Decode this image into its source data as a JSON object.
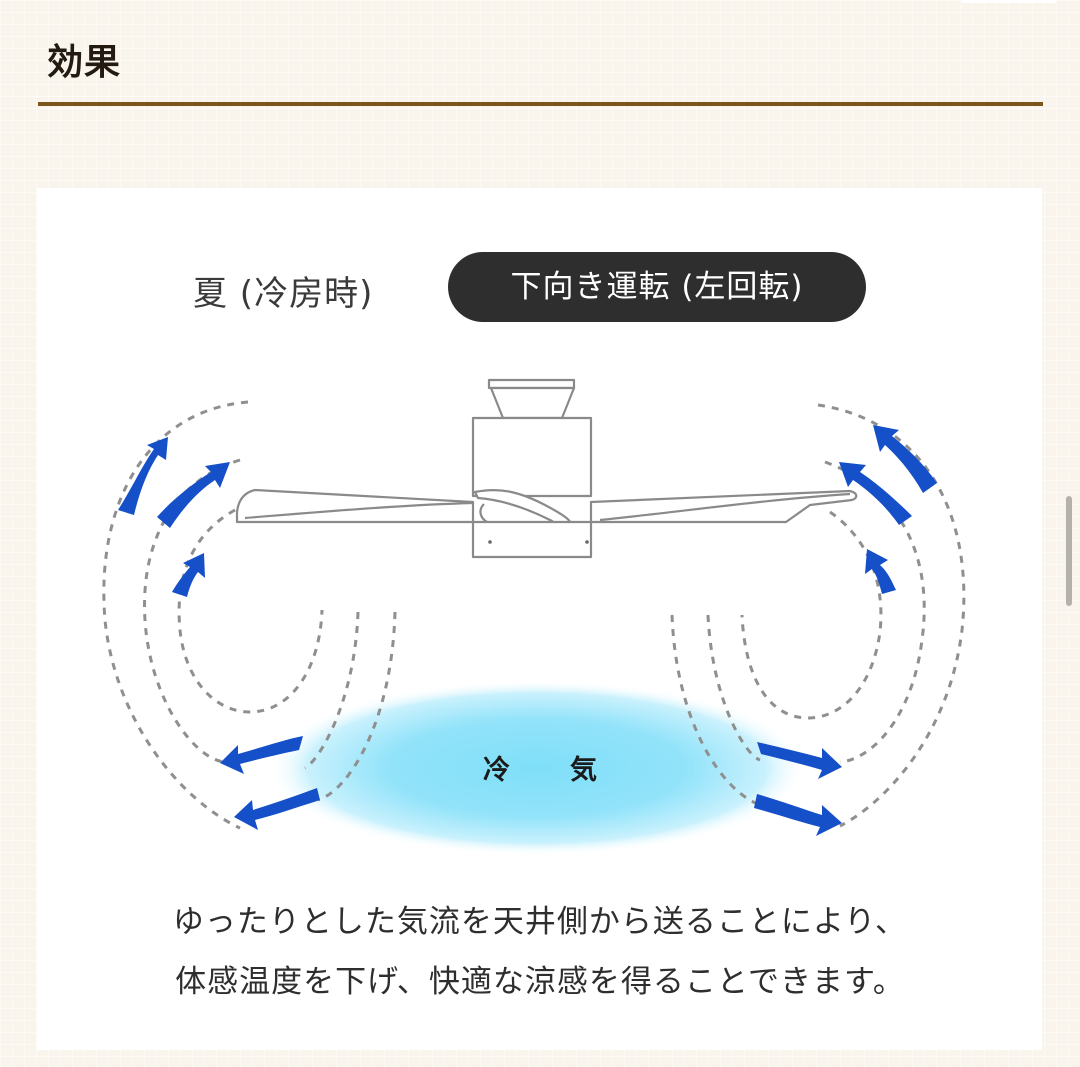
{
  "section": {
    "title": "効果"
  },
  "diagram": {
    "season_label": "夏 (冷房時)",
    "mode_badge": "下向き運転 (左回転)",
    "zone_label": [
      "冷",
      "気"
    ],
    "arrow_color": "#1550c8",
    "cool_zone_color": "#7fdff8",
    "dash_color": "#8f8f8f"
  },
  "description": {
    "lines": [
      "ゆったりとした気流を天井側から送ることにより、",
      "体感温度を下げ、快適な涼感を得ることできます。"
    ]
  },
  "colors": {
    "background": "#faf5ec",
    "title_rule": "#7a561b",
    "badge_bg": "#2e2e2e"
  }
}
